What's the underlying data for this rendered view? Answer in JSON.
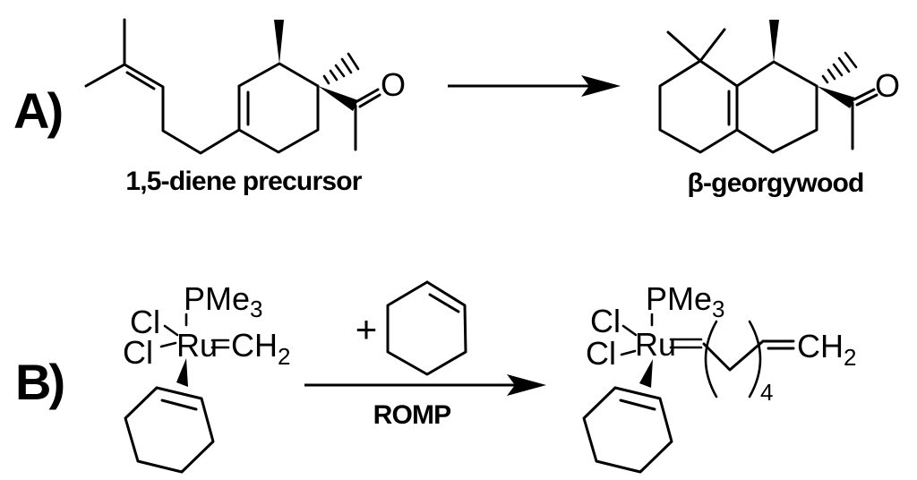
{
  "colors": {
    "ink": "#000000",
    "background": "#ffffff"
  },
  "reaction_a": {
    "label": "A)",
    "reactant": {
      "caption": "1,5-diene precursor",
      "ketone_oxygen": "O"
    },
    "product": {
      "caption": "β-georgywood",
      "ketone_oxygen": "O"
    }
  },
  "reaction_b": {
    "label": "B)",
    "plus_sign": "+",
    "conditions_label": "ROMP",
    "catalyst": {
      "phosphine": "PMe",
      "phosphine_sub": "3",
      "chloride_top": "Cl",
      "chloride_bottom": "Cl",
      "metal": "Ru",
      "carbene": "CH",
      "carbene_sub": "2"
    },
    "product_complex": {
      "phosphine": "PMe",
      "phosphine_sub": "3",
      "chloride_top": "Cl",
      "chloride_bottom": "Cl",
      "metal": "Ru",
      "repeat_count": "4",
      "vinyl_end": "CH",
      "vinyl_end_sub": "2"
    }
  }
}
